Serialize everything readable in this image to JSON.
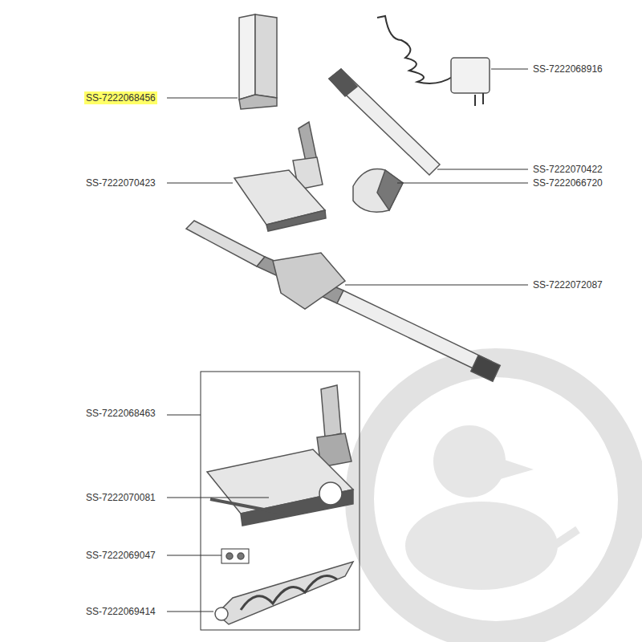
{
  "diagram": {
    "labels": [
      "SS-7222068916",
      "SS-7222068456",
      "SS-7222070422",
      "SS-7222070423",
      "SS-7222066720",
      "SS-7222072087",
      "SS-7222068463",
      "SS-7222070081",
      "SS-7222069047",
      "SS-7222069414"
    ]
  }
}
